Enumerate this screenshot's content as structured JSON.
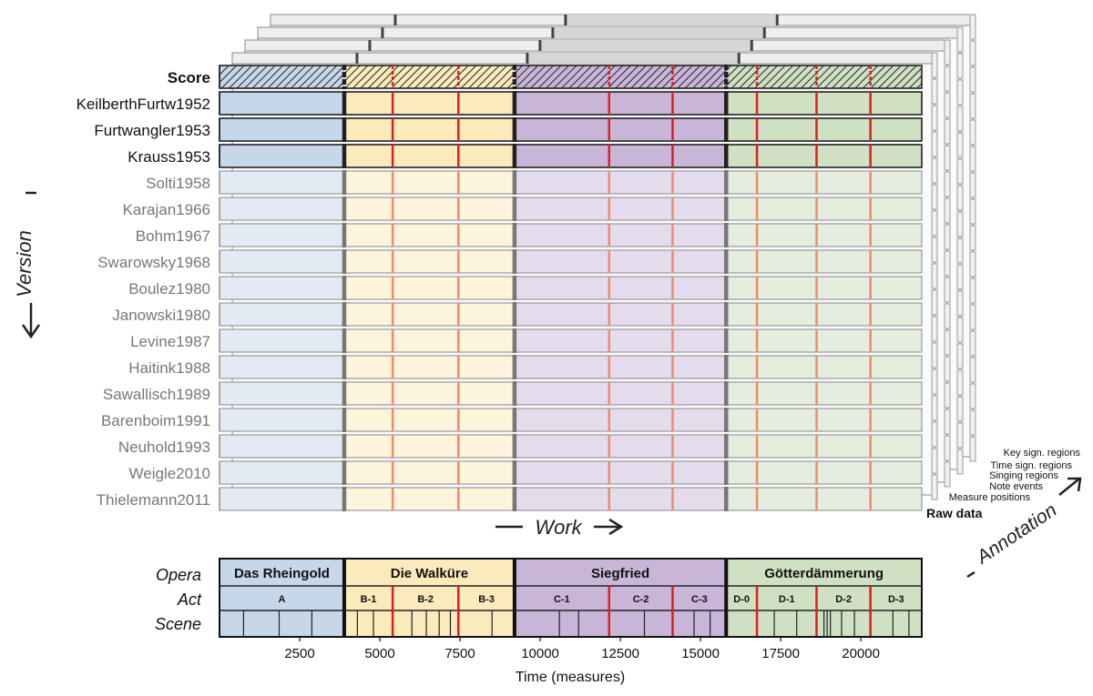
{
  "colors": {
    "rheingold": "#c7d7ea",
    "walkure": "#fbeabb",
    "siegfried": "#c9b5d8",
    "gotter": "#cfe0c3",
    "rheingold_light": "#e2eaf4",
    "walkure_light": "#fdf4dc",
    "siegfried_light": "#e4dbec",
    "gotter_light": "#e5eddf",
    "act_line": "#dd1f1f",
    "act_line_light": "#f08a6c",
    "text_dark": "#111111",
    "text_gray": "#777777"
  },
  "score_label": "Score",
  "versions": [
    {
      "name": "KeilberthFurtw1952",
      "highlight": true
    },
    {
      "name": "Furtwangler1953",
      "highlight": true
    },
    {
      "name": "Krauss1953",
      "highlight": true
    },
    {
      "name": "Solti1958",
      "highlight": false
    },
    {
      "name": "Karajan1966",
      "highlight": false
    },
    {
      "name": "Bohm1967",
      "highlight": false
    },
    {
      "name": "Swarowsky1968",
      "highlight": false
    },
    {
      "name": "Boulez1980",
      "highlight": false
    },
    {
      "name": "Janowski1980",
      "highlight": false
    },
    {
      "name": "Levine1987",
      "highlight": false
    },
    {
      "name": "Haitink1988",
      "highlight": false
    },
    {
      "name": "Sawallisch1989",
      "highlight": false
    },
    {
      "name": "Barenboim1991",
      "highlight": false
    },
    {
      "name": "Neuhold1993",
      "highlight": false
    },
    {
      "name": "Weigle2010",
      "highlight": false
    },
    {
      "name": "Thielemann2011",
      "highlight": false
    }
  ],
  "version_axis_label": "Version",
  "work_axis_label": "Work",
  "annotation_axis_label": "Annotation",
  "raw_data_label": "Raw data",
  "annotation_layers": [
    "Key sign. regions",
    "Time sign. regions",
    "Singing regions",
    "Note events",
    "Measure positions"
  ],
  "row_labels": {
    "opera": "Opera",
    "act": "Act",
    "scene": "Scene"
  },
  "x_axis": {
    "title": "Time (measures)",
    "min": 0,
    "max": 21900,
    "ticks": [
      2500,
      5000,
      7500,
      10000,
      12500,
      15000,
      17500,
      20000
    ]
  },
  "operas": [
    {
      "name": "Das Rheingold",
      "start": 0,
      "end": 3890,
      "color": "#c7d7ea",
      "light": "#e2eaf4"
    },
    {
      "name": "Die Walküre",
      "start": 3890,
      "end": 9200,
      "color": "#fbeabb",
      "light": "#fdf4dc"
    },
    {
      "name": "Siegfried",
      "start": 9200,
      "end": 15800,
      "color": "#c9b5d8",
      "light": "#e4dbec"
    },
    {
      "name": "Götterdämmerung",
      "start": 15800,
      "end": 21900,
      "color": "#cfe0c3",
      "light": "#e5eddf"
    }
  ],
  "acts": [
    {
      "label": "A",
      "start": 0,
      "end": 3890
    },
    {
      "label": "B-1",
      "start": 3890,
      "end": 5400
    },
    {
      "label": "B-2",
      "start": 5400,
      "end": 7450
    },
    {
      "label": "B-3",
      "start": 7450,
      "end": 9200
    },
    {
      "label": "C-1",
      "start": 9200,
      "end": 12150
    },
    {
      "label": "C-2",
      "start": 12150,
      "end": 14130
    },
    {
      "label": "C-3",
      "start": 14130,
      "end": 15800
    },
    {
      "label": "D-0",
      "start": 15800,
      "end": 16760
    },
    {
      "label": "D-1",
      "start": 16760,
      "end": 18620
    },
    {
      "label": "D-2",
      "start": 18620,
      "end": 20300
    },
    {
      "label": "D-3",
      "start": 20300,
      "end": 21900
    }
  ],
  "act_boundaries": [
    5400,
    7450,
    12150,
    14130,
    16760,
    18620,
    20300
  ],
  "opera_boundaries": [
    3890,
    9200,
    15800
  ],
  "scene_boundaries": [
    750,
    1860,
    2880,
    4300,
    4800,
    6000,
    6450,
    6850,
    7200,
    8500,
    10600,
    11200,
    13250,
    14800,
    15300,
    17300,
    18000,
    18850,
    18950,
    19050,
    19400,
    19800,
    21000,
    21500
  ]
}
